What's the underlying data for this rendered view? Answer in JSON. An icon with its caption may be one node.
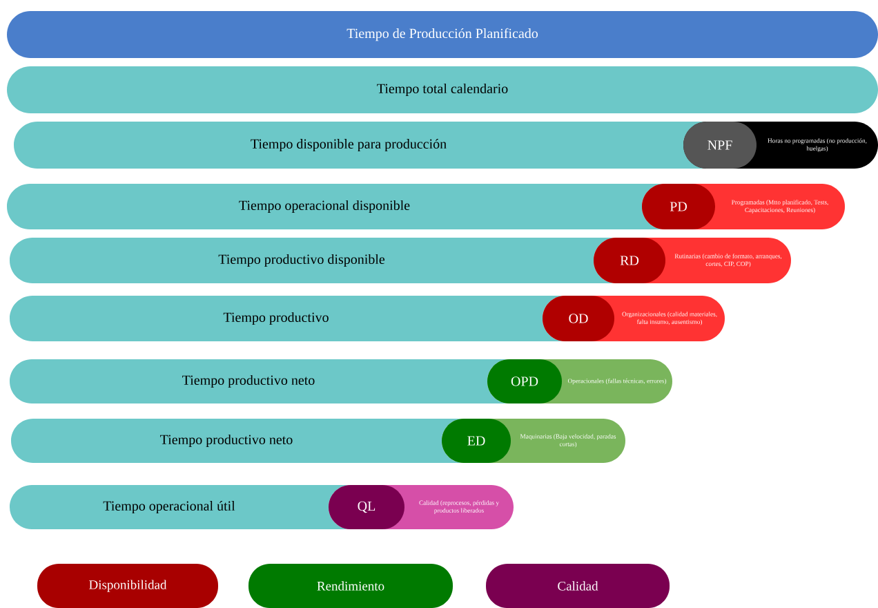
{
  "diagram": {
    "nodes": [
      {
        "text": [
          "Tiempo de Producción Planificado"
        ]
      },
      {
        "text": [
          "Tiempo total calendario"
        ]
      },
      {
        "text": [
          "Tiempo disponible para producción"
        ]
      },
      {
        "text": [
          "Horas no programadas (no producción, huelgas)"
        ]
      },
      {
        "text": [
          "NPF"
        ],
        "in": 3
      },
      {
        "text": [
          "Tiempo operacional disponible"
        ]
      },
      {
        "text": [
          "Programadas (Mtto planificado, Tests, Capacitaciones, Reuniones)"
        ]
      },
      {
        "text": [
          "PD"
        ],
        "in": 6
      },
      {
        "text": [
          "Tiempo productivo disponible"
        ]
      },
      {
        "text": [
          "Rutinarias (cambio de formato, arranques, cortes, CIP, COP)"
        ]
      },
      {
        "text": [
          "RD"
        ],
        "in": 9
      },
      {
        "text": [
          "Tiempo productivo"
        ]
      },
      {
        "text": [
          "Organizacionales (calidad materiales, falta insumo, ausentismo)"
        ]
      },
      {
        "text": [
          "OD"
        ],
        "in": 12
      },
      {
        "text": [
          "Tiempo productivo neto"
        ]
      },
      {
        "text": [
          "Operacionales (fallas técnicas, errores)"
        ]
      },
      {
        "text": [
          "OPD"
        ],
        "in": 15
      },
      {
        "text": [
          "Tiempo productivo neto"
        ]
      },
      {
        "text": [
          "Maquinarias (Baja velocidad, paradas cortas)"
        ]
      },
      {
        "text": [
          "ED"
        ],
        "in": 18
      },
      {
        "text": [
          "Tiempo operacional útil"
        ]
      },
      {
        "text": [
          "Calidad (reprocesos, pérdidas y productos liberados"
        ]
      },
      {
        "text": [
          "QL"
        ],
        "in": 21
      }
    ],
    "legend": [
      {
        "text": "Disponibilidad",
        "color": "#a80000"
      },
      {
        "text": "Rendimiento",
        "color": "#007a00"
      },
      {
        "text": "Calidad",
        "color": "#7a0050"
      }
    ]
  }
}
